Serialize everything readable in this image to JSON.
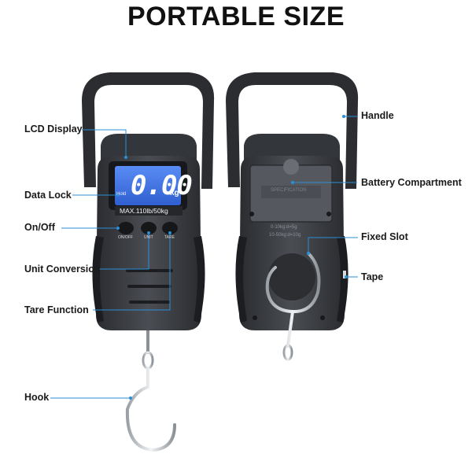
{
  "title": "PORTABLE SIZE",
  "labels": {
    "lcd_display": "LCD Display",
    "data_lock": "Data Lock",
    "on_off": "On/Off",
    "unit_conversion": "Unit Conversion",
    "tare_function": "Tare Function",
    "hook": "Hook",
    "handle": "Handle",
    "battery_compartment": "Battery Compartment",
    "fixed_slot": "Fixed Slot",
    "tape": "Tape"
  },
  "device": {
    "display_reading": "0.00",
    "display_unit": "kg",
    "hold_indicator": "Hold",
    "max_capacity": "MAX.110lb/50kg",
    "button_on_off": "ON/OFF",
    "button_unit": "UNIT",
    "button_tare": "TARE",
    "back_spec_1": "SPECIFICATION",
    "back_spec_2": "0-10kg:d=5g",
    "back_spec_3": "10-50kg:d=10g"
  },
  "colors": {
    "body": "#3a3d42",
    "body_dark": "#1f2125",
    "lcd": "#3b6fe0",
    "callout_line": "#2a8fd6"
  }
}
